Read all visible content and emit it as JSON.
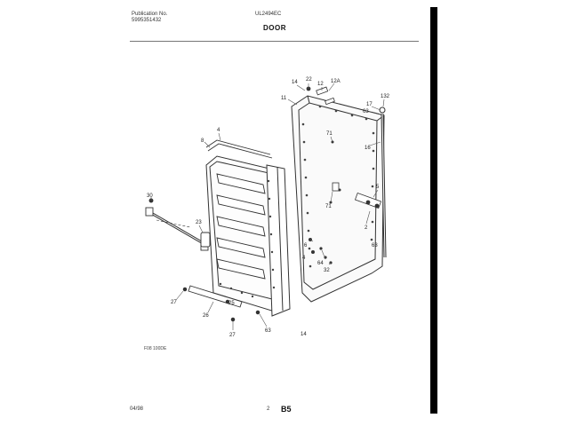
{
  "header": {
    "publication_label": "Publication No.",
    "publication_number": "5995351432",
    "model": "UL2494EC",
    "title": "DOOR"
  },
  "footer": {
    "date": "04/98",
    "page": "2",
    "code": "B5"
  },
  "figure_code": "F08 100DE",
  "callouts": {
    "c22": "22",
    "c14a": "14",
    "c12": "12",
    "c12a": "12A",
    "c132": "132",
    "c11": "11",
    "c17": "17",
    "c63a": "63",
    "c71a": "71",
    "c16": "16",
    "c5": "5",
    "c71b": "71",
    "c2": "2",
    "c63b": "63",
    "c64": "64",
    "c32": "32",
    "c6": "6",
    "c4": "4",
    "c8": "8",
    "c30": "30",
    "c23": "23",
    "c27a": "27",
    "c25": "25",
    "c26": "26",
    "c27b": "27",
    "c63c": "63",
    "c14b": "14"
  }
}
